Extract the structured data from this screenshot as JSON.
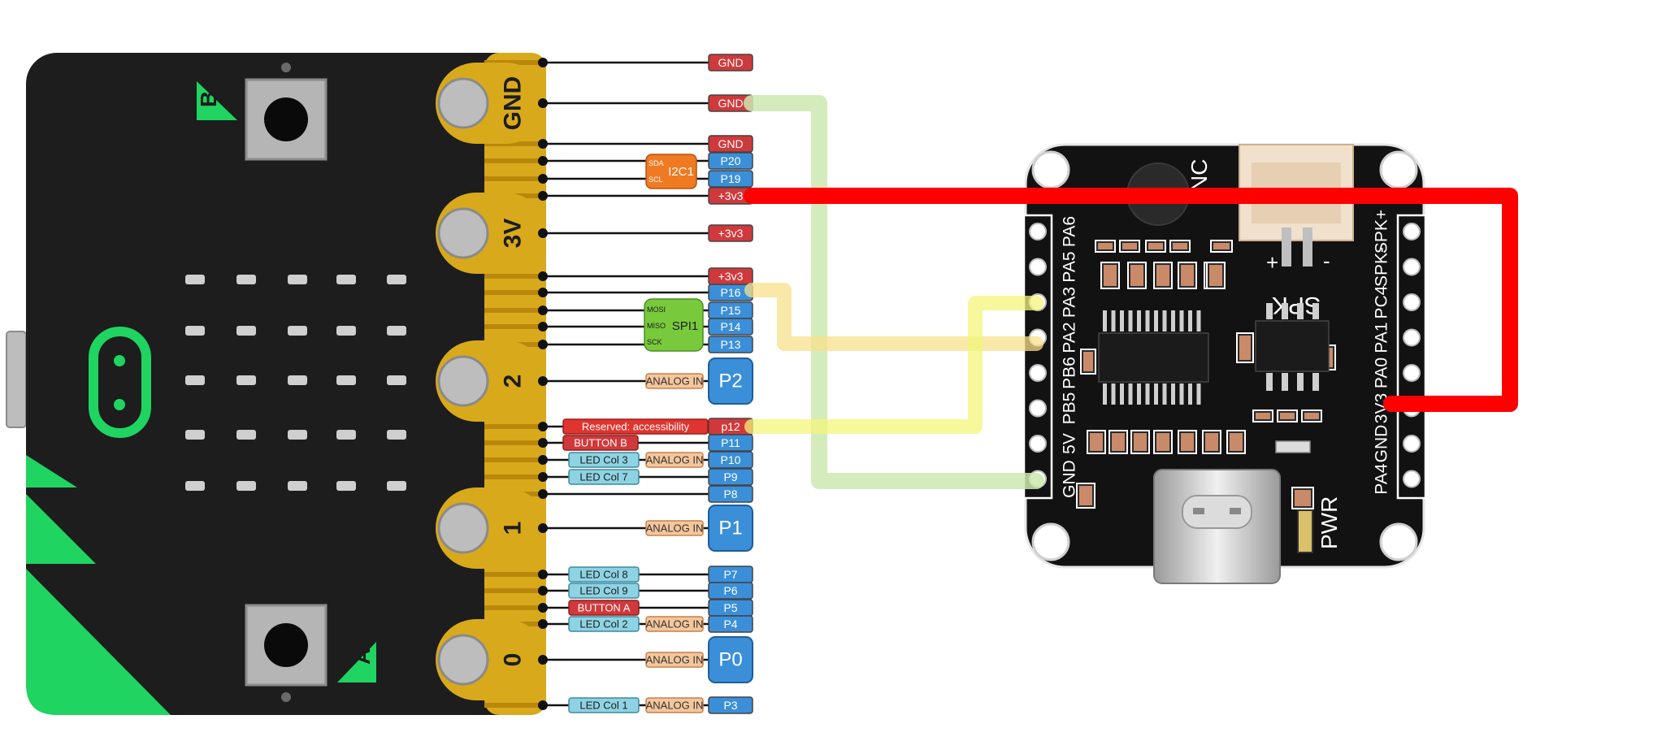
{
  "microbit": {
    "button_b": "B",
    "button_a": "A",
    "big_pads": [
      "GND",
      "3V",
      "2",
      "1",
      "0"
    ]
  },
  "pinout": {
    "pins": [
      {
        "label": "GND",
        "color": "#d0393b"
      },
      {
        "label": "GND",
        "color": "#d0393b"
      },
      {
        "label": "GND",
        "color": "#d0393b"
      },
      {
        "label": "P20",
        "color": "#3b8fd9"
      },
      {
        "label": "P19",
        "color": "#3b8fd9"
      },
      {
        "label": "+3v3",
        "color": "#d0393b"
      },
      {
        "label": "+3v3",
        "color": "#d0393b"
      },
      {
        "label": "+3v3",
        "color": "#d0393b"
      },
      {
        "label": "P16",
        "color": "#3b8fd9"
      },
      {
        "label": "P15",
        "color": "#3b8fd9"
      },
      {
        "label": "P14",
        "color": "#3b8fd9"
      },
      {
        "label": "P13",
        "color": "#3b8fd9"
      },
      {
        "label": "P2",
        "color": "#3b8fd9"
      },
      {
        "label": "p12",
        "color": "#d0393b"
      },
      {
        "label": "P11",
        "color": "#3b8fd9"
      },
      {
        "label": "P10",
        "color": "#3b8fd9"
      },
      {
        "label": "P9",
        "color": "#3b8fd9"
      },
      {
        "label": "P8",
        "color": "#3b8fd9"
      },
      {
        "label": "P1",
        "color": "#3b8fd9"
      },
      {
        "label": "P7",
        "color": "#3b8fd9"
      },
      {
        "label": "P6",
        "color": "#3b8fd9"
      },
      {
        "label": "P5",
        "color": "#3b8fd9"
      },
      {
        "label": "P4",
        "color": "#3b8fd9"
      },
      {
        "label": "P0",
        "color": "#3b8fd9"
      },
      {
        "label": "P3",
        "color": "#3b8fd9"
      }
    ],
    "i2c": {
      "name": "I2C1",
      "sda": "SDA",
      "scl": "SCL"
    },
    "spi": {
      "name": "SPI1",
      "mosi": "MOSI",
      "miso": "MISO",
      "sck": "SCK"
    },
    "analog_in": "ANALOG IN",
    "functions": {
      "reserved": "Reserved: accessibility",
      "button_b": "BUTTON B",
      "led_col3": "LED Col 3",
      "led_col7": "LED Col 7",
      "led_col8": "LED Col 8",
      "led_col9": "LED Col 9",
      "button_a": "BUTTON A",
      "led_col2": "LED Col 2",
      "led_col1": "LED Col 1"
    }
  },
  "module": {
    "left_pins": [
      "PA6",
      "PA5",
      "PA3",
      "PA2",
      "PB6",
      "PB5",
      "5V",
      "GND"
    ],
    "right_pins": [
      "SPK+",
      "SPK-",
      "PC4",
      "PA1",
      "PA0",
      "3V3",
      "GND",
      "PA4"
    ],
    "spk_label": "SPK",
    "plus": "+",
    "minus": "-",
    "pwr_label": "PWR",
    "nc_label": "NC"
  },
  "wires": {
    "power": "#ff0000",
    "ground": "#cde9b0",
    "signal_a": "#f7e08a",
    "signal_b": "#f3f57a"
  }
}
